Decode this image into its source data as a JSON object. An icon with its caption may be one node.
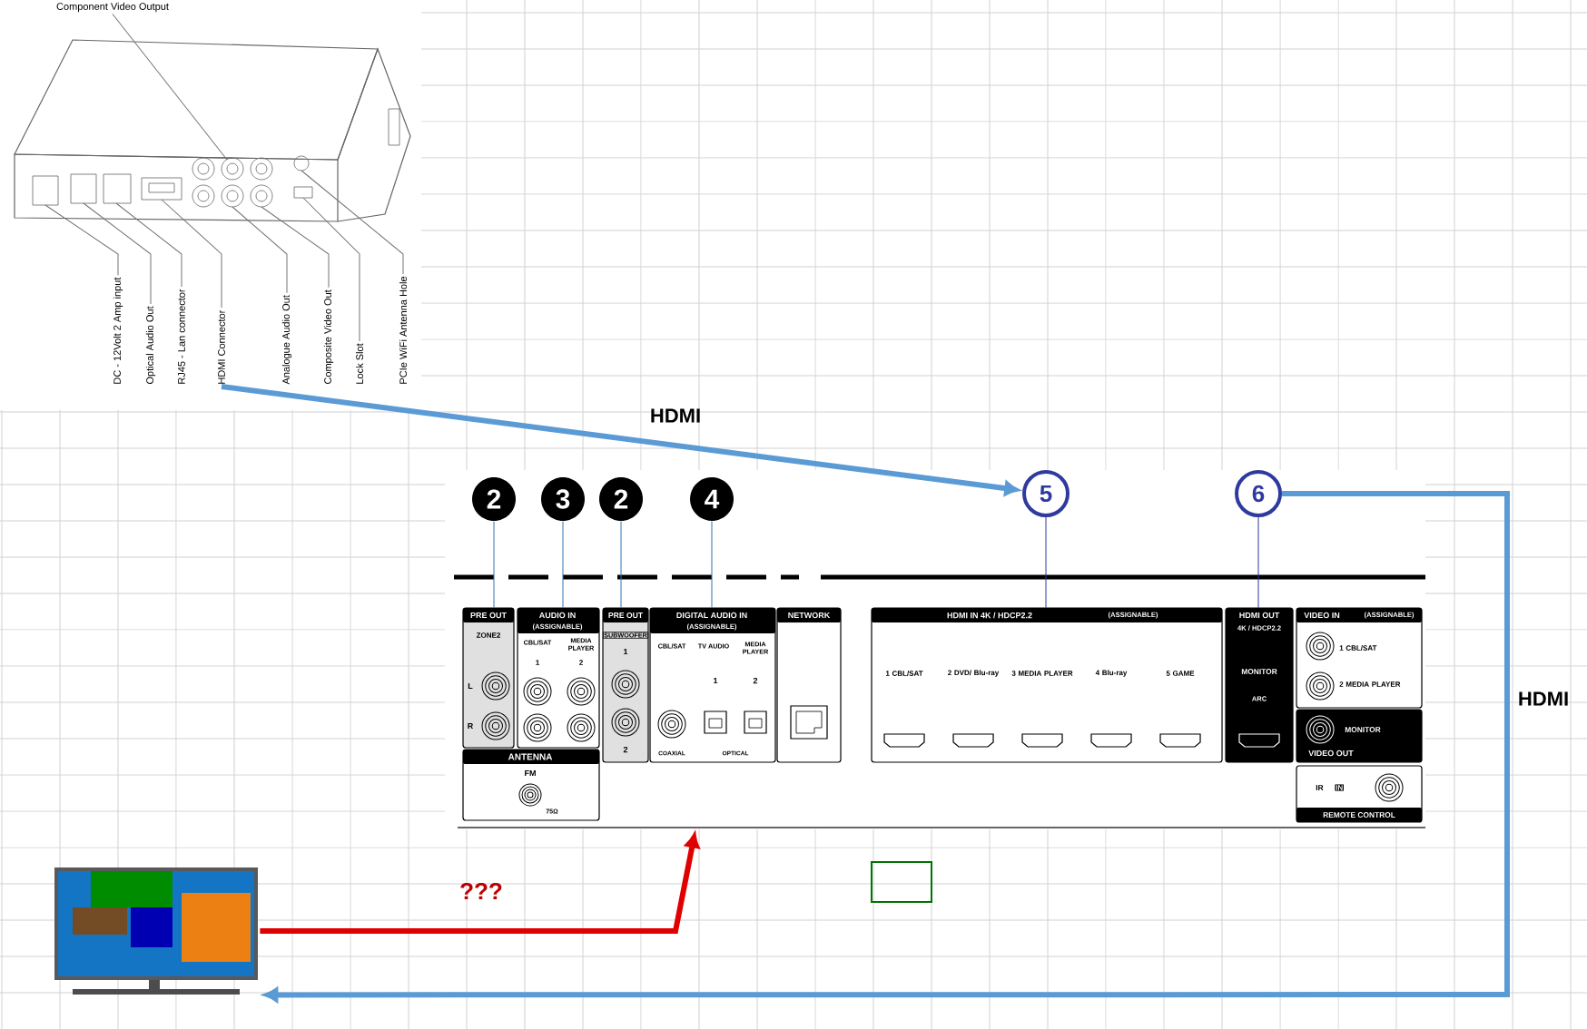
{
  "diagram": {
    "nodes": [
      {
        "text": [],
        "shape": "picture"
      },
      {
        "text": [
          "Component Video Output"
        ]
      },
      {
        "text": [
          "DC - 12Volt 2 Amp input"
        ]
      },
      {
        "text": [
          "Optical Audio Out"
        ]
      },
      {
        "text": [
          "RJ45 - Lan connector"
        ]
      },
      {
        "text": [
          "HDMI Connector"
        ]
      },
      {
        "text": [
          "Analogue Audio Out"
        ]
      },
      {
        "text": [
          "Composite Video Out"
        ]
      },
      {
        "text": [
          "Lock Slot"
        ]
      },
      {
        "text": [
          "PCIe WiFi Antenna Hole"
        ]
      },
      {
        "text": [],
        "shape": "box"
      },
      {
        "text": [
          "2"
        ],
        "in": 10
      },
      {
        "text": [
          "3"
        ],
        "in": 10
      },
      {
        "text": [
          "2"
        ],
        "in": 10
      },
      {
        "text": [
          "4"
        ],
        "in": 10
      },
      {
        "text": [
          "5"
        ],
        "in": 10
      },
      {
        "text": [
          "6"
        ],
        "in": 10
      },
      {
        "text": [
          "PRE OUT",
          "ZONE2",
          "L",
          "R"
        ],
        "in": 10
      },
      {
        "text": [
          "AUDIO IN",
          "(ASSIGNABLE)",
          "CBL/SAT",
          "MEDIA PLAYER",
          "1",
          "2"
        ],
        "in": 10
      },
      {
        "text": [
          "PRE OUT",
          "SUBWOOFER",
          "1",
          "2"
        ],
        "in": 10
      },
      {
        "text": [
          "DIGITAL AUDIO IN",
          "(ASSIGNABLE)",
          "CBL/SAT",
          "TV AUDIO",
          "MEDIA PLAYER",
          "1",
          "2",
          "COAXIAL",
          "OPTICAL"
        ],
        "in": 10
      },
      {
        "text": [
          "NETWORK"
        ],
        "in": 10
      },
      {
        "text": [
          "ANTENNA",
          "FM",
          "75Ω"
        ],
        "in": 10
      },
      {
        "text": [
          "HDMI IN 4K / HDCP2.2",
          "(ASSIGNABLE)",
          "1 CBL/SAT",
          "2 DVD/ Blu-ray",
          "3 MEDIA PLAYER",
          "4 Blu-ray",
          "5 GAME"
        ],
        "in": 10
      },
      {
        "text": [
          "HDMI OUT",
          "4K / HDCP2.2",
          "MONITOR",
          "ARC"
        ],
        "in": 10
      },
      {
        "text": [
          "VIDEO IN",
          "(ASSIGNABLE)",
          "1 CBL/SAT",
          "2 MEDIA PLAYER"
        ],
        "in": 10
      },
      {
        "text": [
          "MONITOR",
          "VIDEO OUT"
        ],
        "in": 10
      },
      {
        "text": [
          "IR",
          "IN",
          "REMOTE CONTROL"
        ],
        "in": 10
      },
      {
        "text": [],
        "shape": "picture"
      }
    ],
    "edges": [
      {
        "from": 1,
        "to": 0,
        "arrow": "none"
      },
      {
        "from": 2,
        "to": 0,
        "arrow": "none"
      },
      {
        "from": 3,
        "to": 0,
        "arrow": "none"
      },
      {
        "from": 4,
        "to": 0,
        "arrow": "none"
      },
      {
        "from": 5,
        "to": 0,
        "arrow": "none"
      },
      {
        "from": 6,
        "to": 0,
        "arrow": "none"
      },
      {
        "from": 7,
        "to": 0,
        "arrow": "none"
      },
      {
        "from": 8,
        "to": 0,
        "arrow": "none"
      },
      {
        "from": 9,
        "to": 0,
        "arrow": "none"
      },
      {
        "from": 5,
        "to": 15,
        "arrow": "to",
        "label": "HDMI",
        "style": "thick",
        "color": "#5b9bd5"
      },
      {
        "from": 16,
        "to": 28,
        "arrow": "to",
        "label": "HDMI",
        "style": "thick",
        "color": "#5b9bd5"
      },
      {
        "from": 28,
        "to": 10,
        "arrow": "to",
        "label": "???",
        "style": "thick",
        "color": "#e00000"
      },
      {
        "from": 11,
        "to": 17,
        "arrow": "none",
        "color": "#2e75b6"
      },
      {
        "from": 12,
        "to": 18,
        "arrow": "none",
        "color": "#2e75b6"
      },
      {
        "from": 13,
        "to": 19,
        "arrow": "none",
        "color": "#2e75b6"
      },
      {
        "from": 14,
        "to": 20,
        "arrow": "none",
        "color": "#2e75b6"
      },
      {
        "from": 15,
        "to": 23,
        "arrow": "none",
        "color": "#2f3a9e"
      },
      {
        "from": 16,
        "to": 24,
        "arrow": "none",
        "color": "#2f3a9e"
      }
    ]
  }
}
